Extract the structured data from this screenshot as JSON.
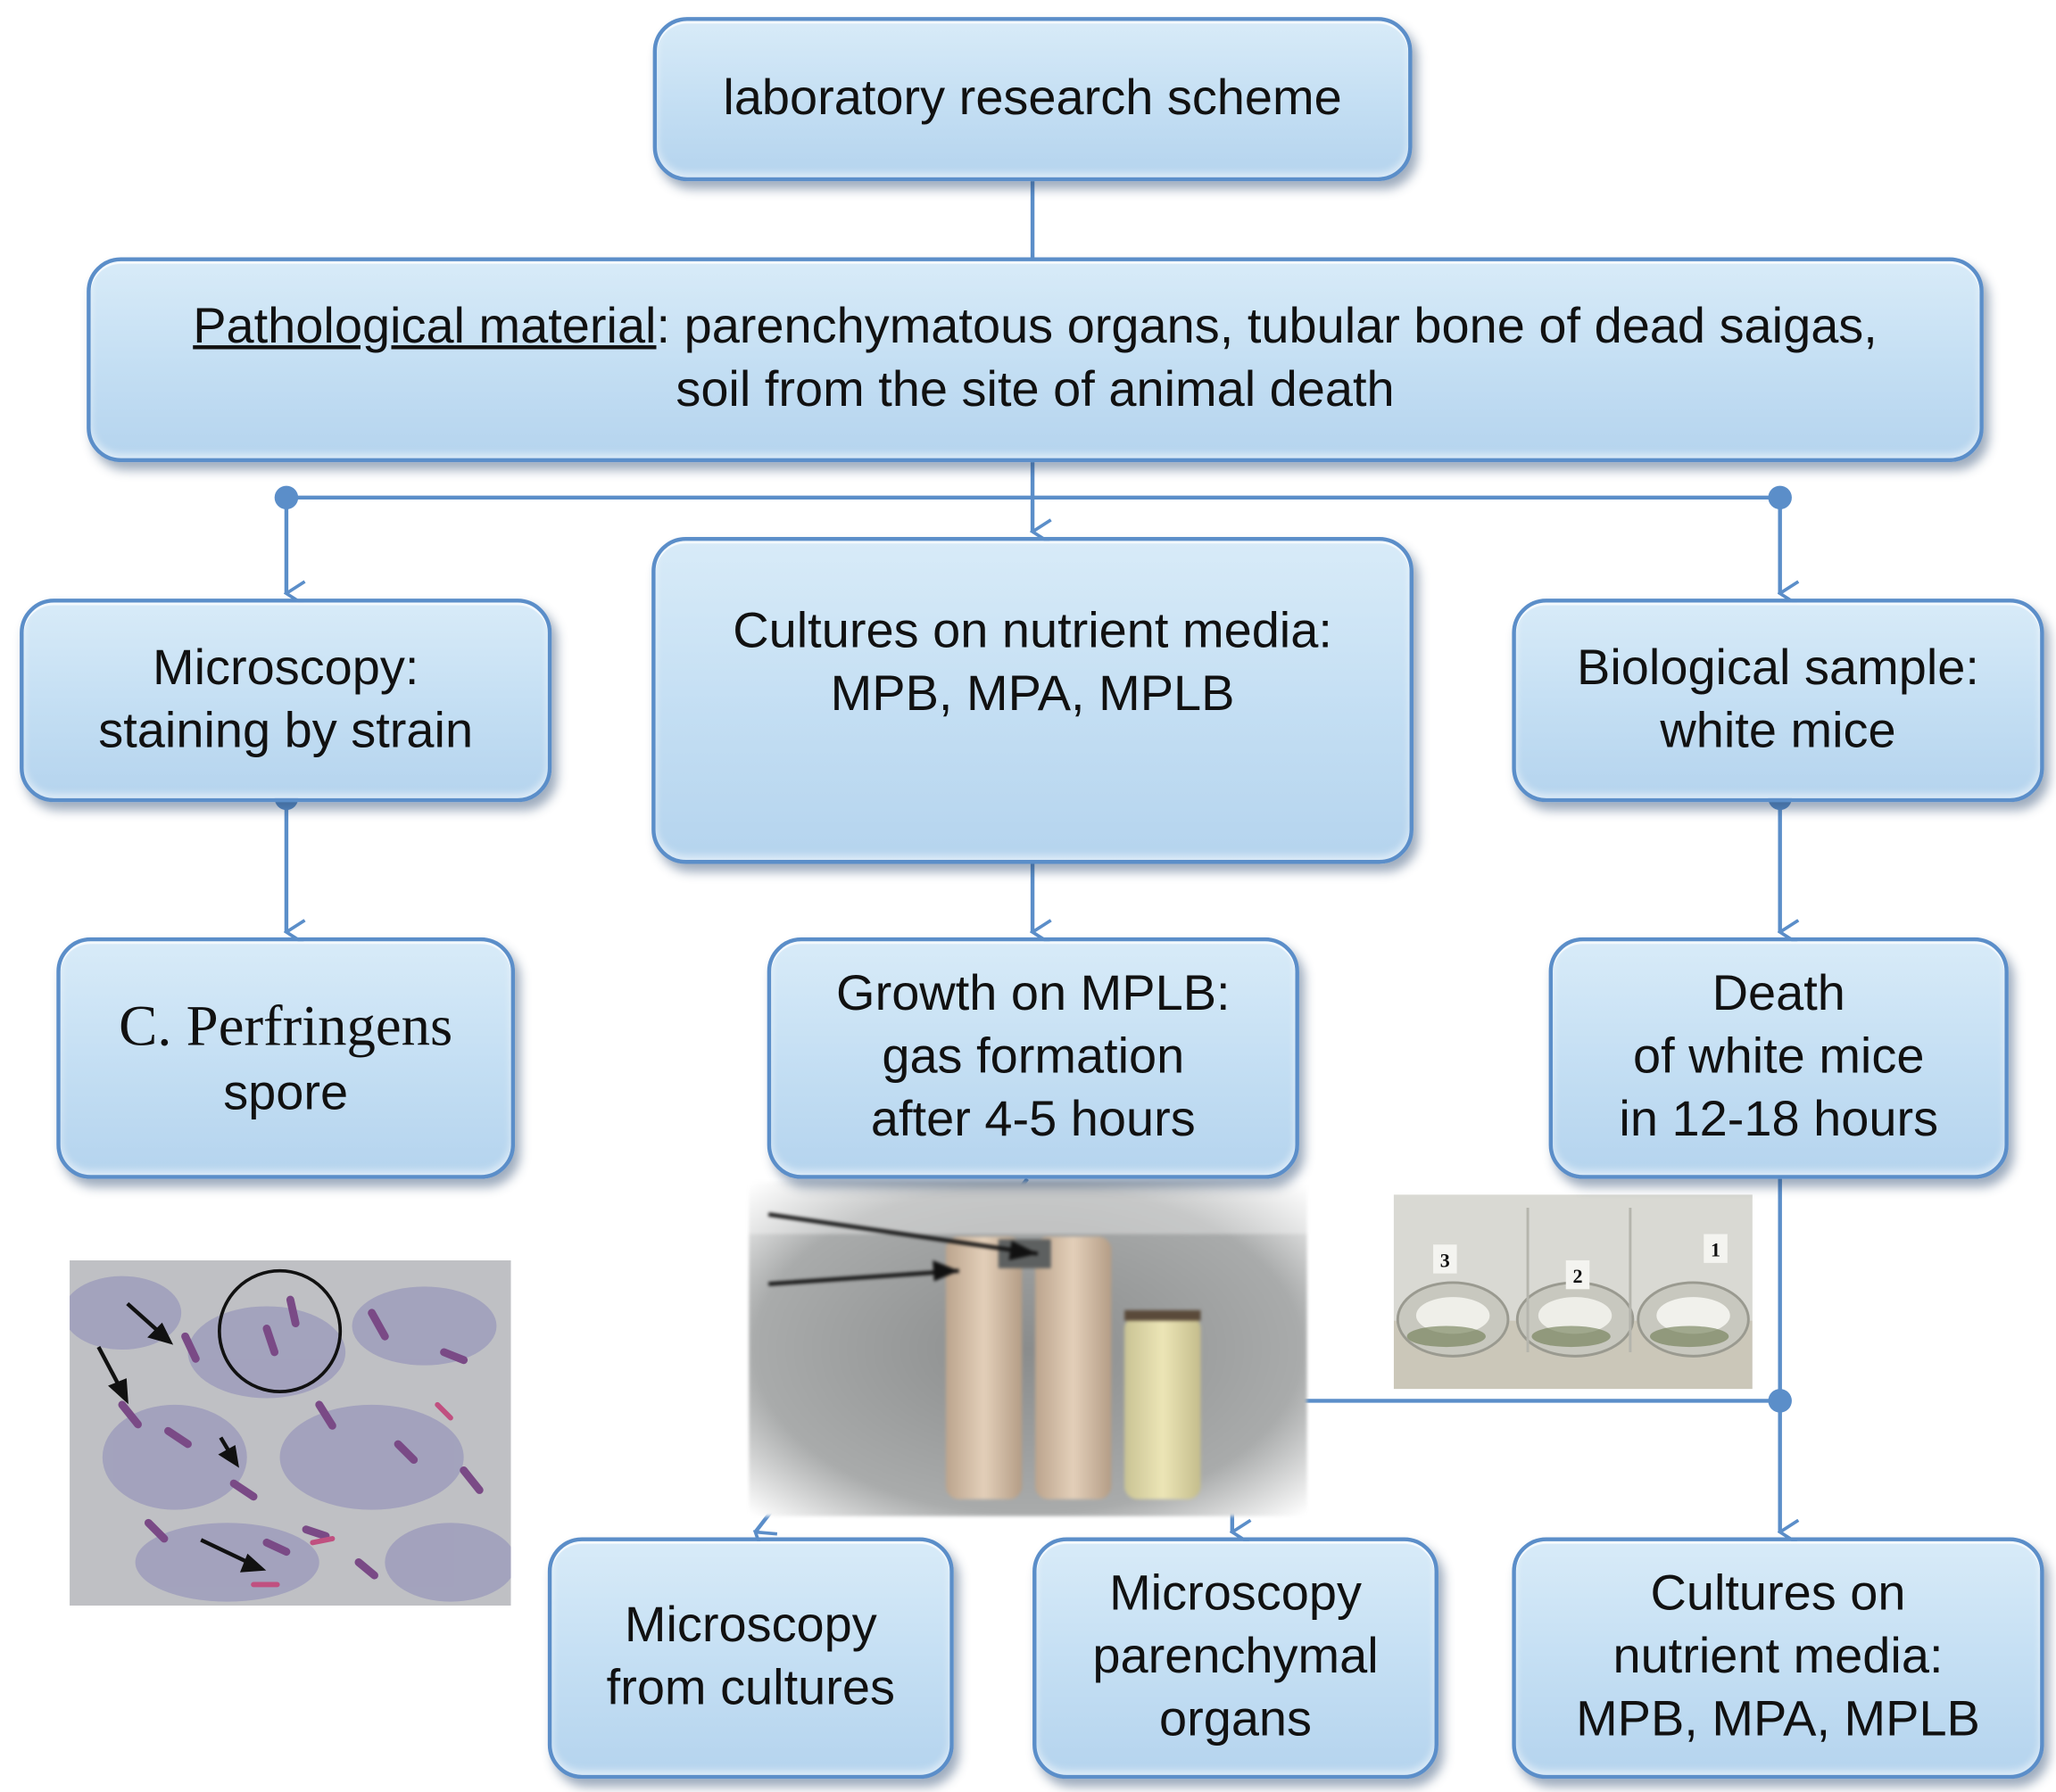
{
  "title": "laboratory research scheme",
  "pathological": {
    "label": "Pathological material",
    "rest": ": parenchymatous organs, tubular bone of dead saigas,",
    "line2": "soil from the site of animal death"
  },
  "microscopy": {
    "line1": "Microscopy:",
    "line2": "staining by strain"
  },
  "cultures_top": {
    "line1": "Cultures on nutrient media:",
    "line2": "MPB, MPA, MPLB"
  },
  "biological": {
    "line1": "Biological sample:",
    "line2": "white mice"
  },
  "perfringens": {
    "line1": "C. Perfringens",
    "line2": "spore"
  },
  "growth": {
    "line1": "Growth on MPLB:",
    "line2": "gas formation",
    "line3": "after 4-5 hours"
  },
  "death": {
    "line1": "Death",
    "line2": "of white mice",
    "line3": "in 12-18 hours"
  },
  "micro_cultures": {
    "line1": "Microscopy",
    "line2": "from cultures"
  },
  "micro_organs": {
    "line1": "Microscopy",
    "line2": "parenchymal",
    "line3": "organs"
  },
  "cultures_bottom": {
    "line1": "Cultures on",
    "line2": "nutrient media:",
    "line3": "MPB, MPA, MPLB"
  },
  "jar_labels": [
    "3",
    "2",
    "1"
  ],
  "colors": {
    "line": "#5b8ec9",
    "box_fill": "#c3def3",
    "box_border": "#5b8ec9"
  }
}
